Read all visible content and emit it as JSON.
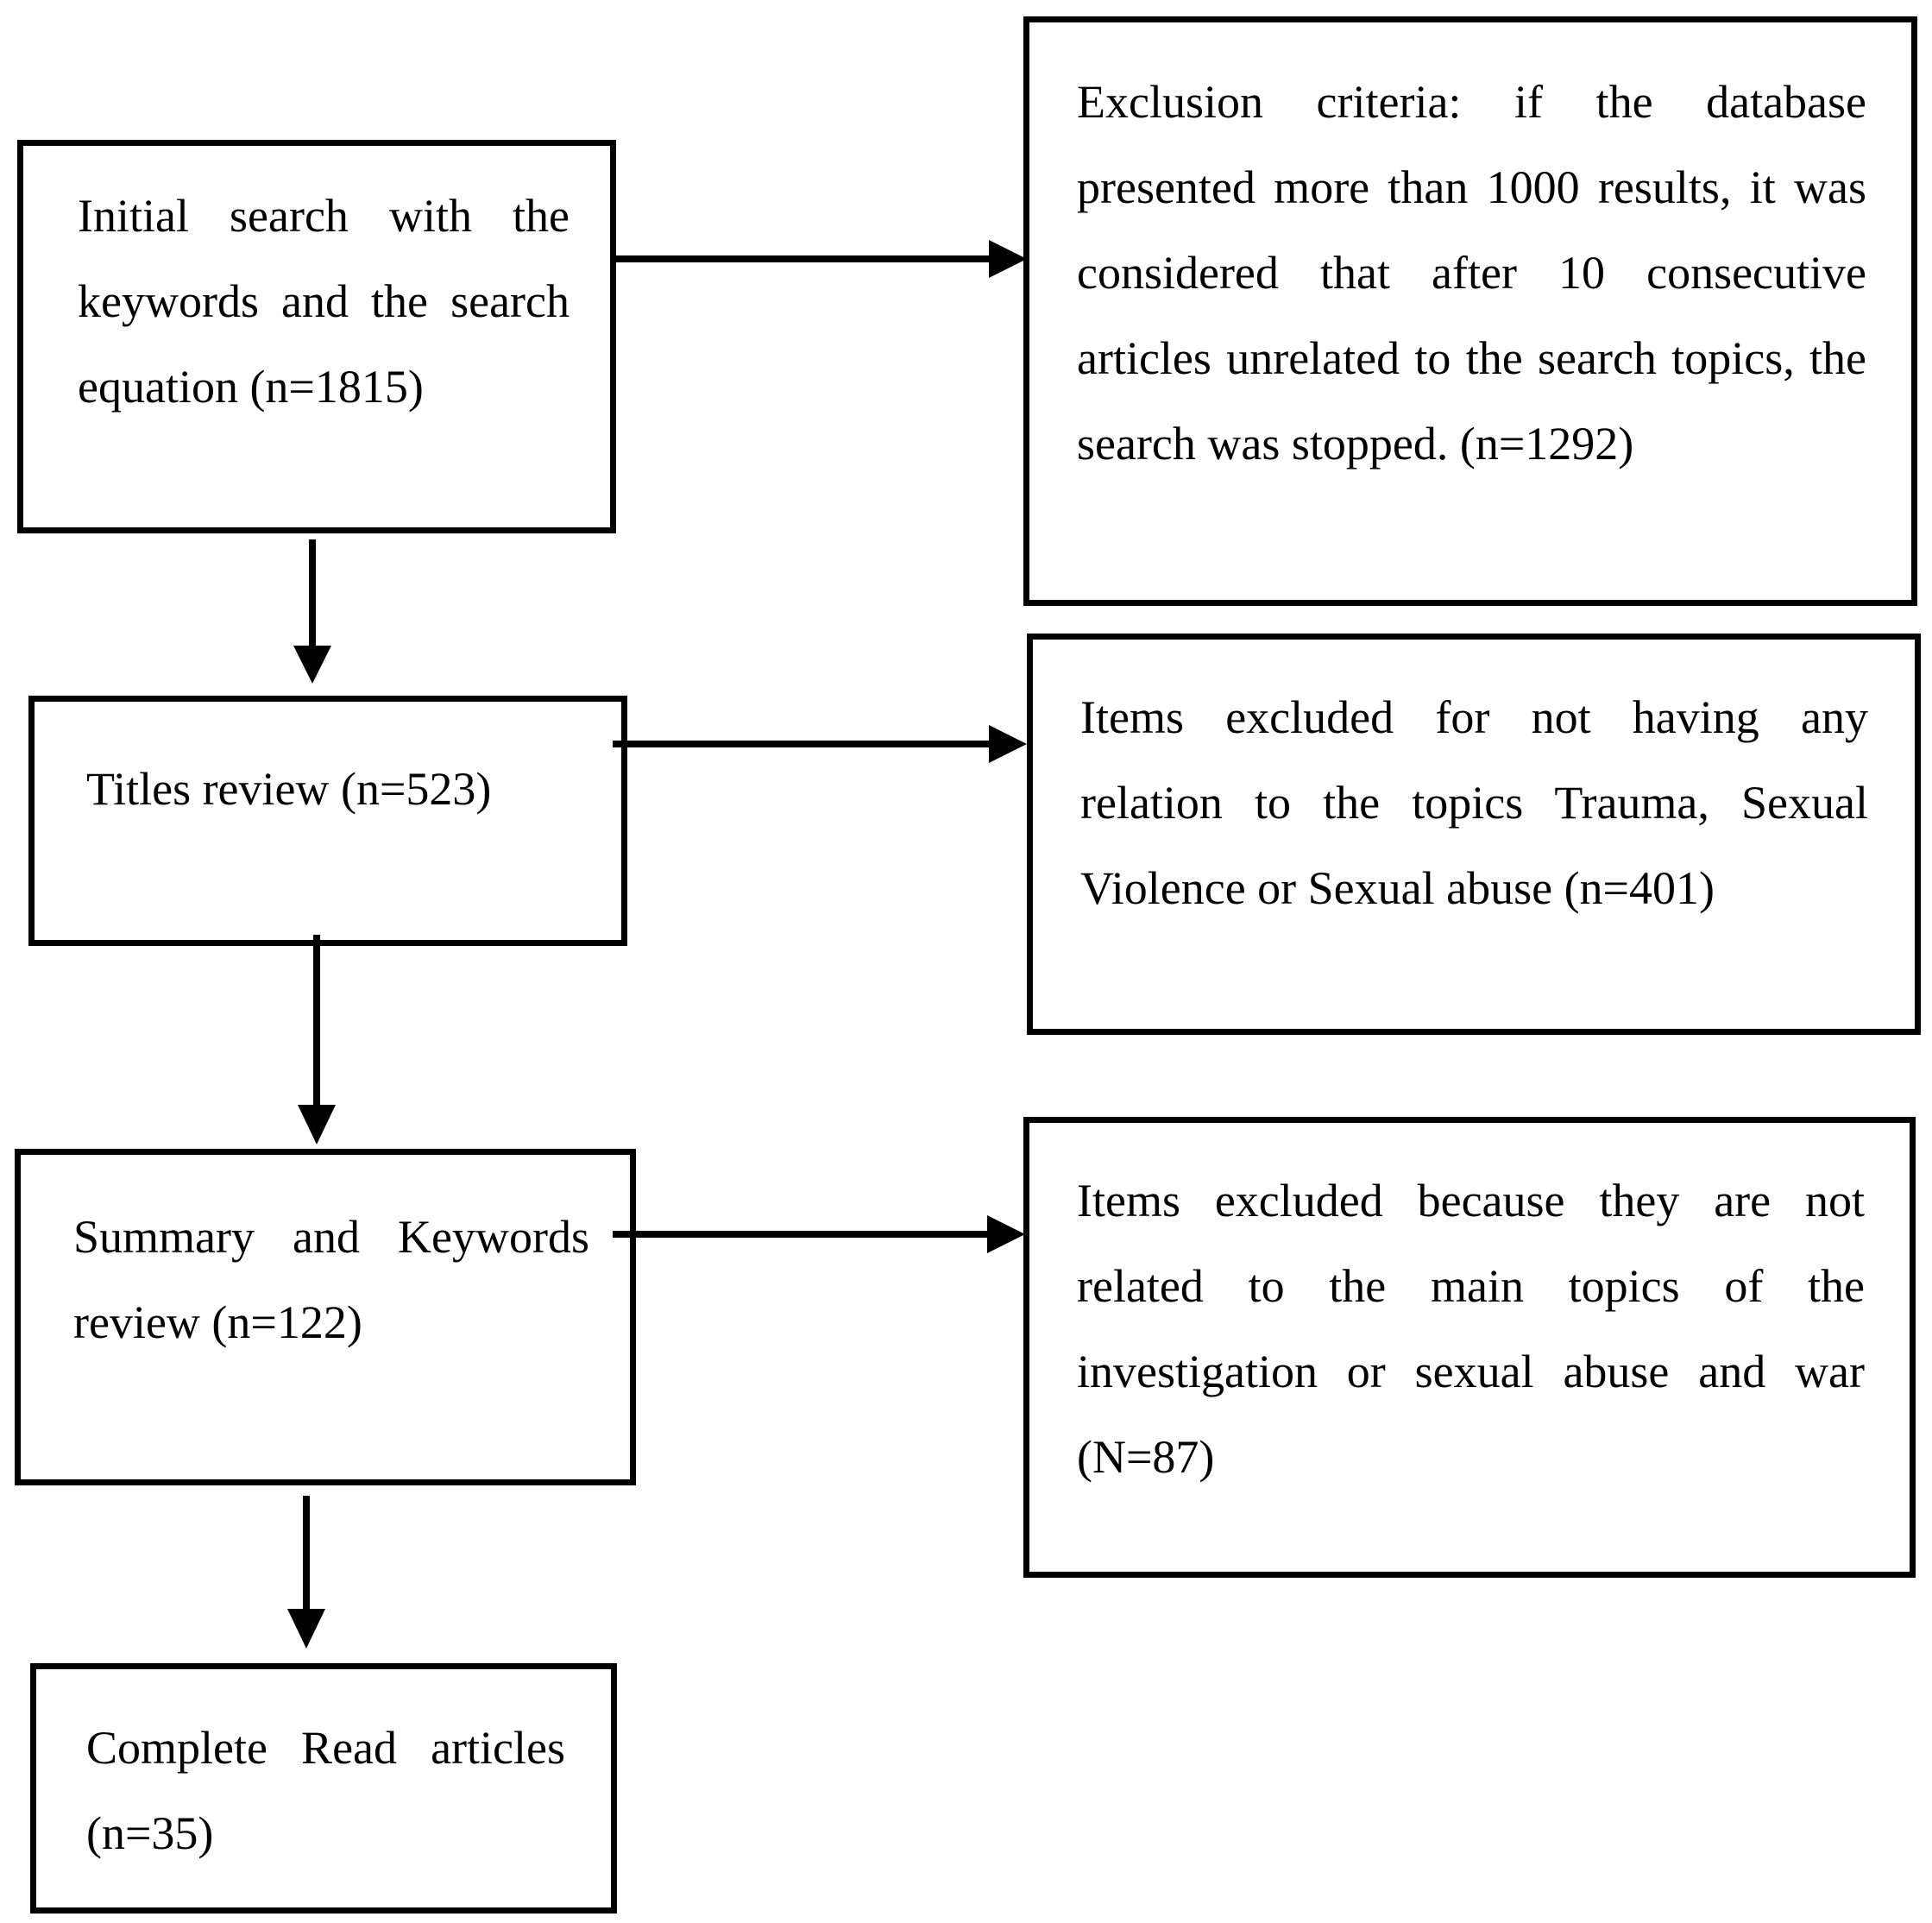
{
  "flow": {
    "initial_search": "Initial search with the keywords and the search equation (n=1815)",
    "titles_review": "Titles review (n=523)",
    "summary_review": "Summary and Keywords review (n=122)",
    "complete_read": "Complete Read articles (n=35)"
  },
  "exclusions": {
    "database_criteria": "Exclusion criteria: if the database presented more than 1000 results, it was considered that after 10 consecutive articles unrelated to the search topics, the search was stopped. (n=1292)",
    "titles_excluded": "Items excluded for not having any relation to the topics Trauma, Sexual Violence or Sexual abuse (n=401)",
    "summary_excluded": "Items excluded because they are not related to the main topics of the investigation or sexual abuse and war (N=87)"
  }
}
